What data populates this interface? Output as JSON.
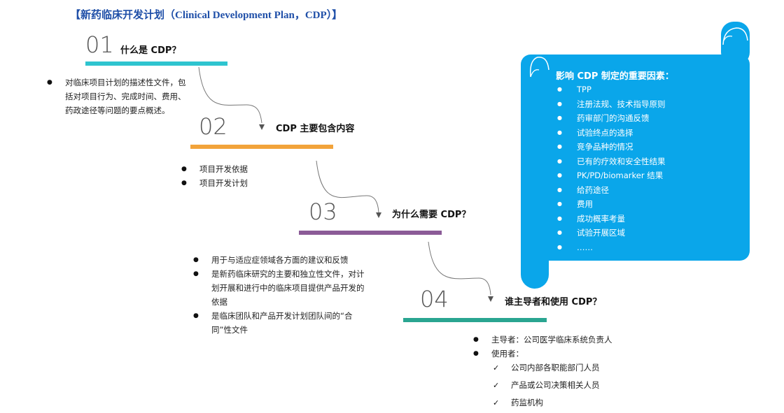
{
  "title": "【新药临床开发计划（Clinical Development Plan，CDP）】",
  "colors": {
    "teal": "#2ec4cf",
    "orange": "#f2a33a",
    "purple": "#8b5b97",
    "green": "#2aa591",
    "panel": "#0aa6ea",
    "title": "#1f4fa8"
  },
  "sections": [
    {
      "num": "01",
      "heading": "什么是 CDP？",
      "items": [
        "对临床项目计划的描述性文件，包括对项目行为、完成时间、费用、药政途径等问题的要点概述。"
      ]
    },
    {
      "num": "02",
      "heading": "CDP 主要包含内容",
      "items": [
        "项目开发依据",
        "项目开发计划"
      ]
    },
    {
      "num": "03",
      "heading": "为什么需要 CDP？",
      "items": [
        "用于与适应症领域各方面的建议和反馈",
        "是新药临床研究的主要和独立性文件，对计划开展和进行中的临床项目提供产品开发的依据",
        "是临床团队和产品开发计划团队间的“合同”性文件"
      ]
    },
    {
      "num": "04",
      "heading": "谁主导者和使用 CDP？",
      "items": [
        "主导者：公司医学临床系统负责人",
        "使用者："
      ],
      "sub_items": [
        "公司内部各职能部门人员",
        "产品或公司决策相关人员",
        "药监机构"
      ]
    }
  ],
  "factors": {
    "title": "影响 CDP 制定的重要因素：",
    "items": [
      "TPP",
      "注册法规、技术指导原则",
      "药审部门的沟通反馈",
      "试验终点的选择",
      "竞争品种的情况",
      "已有的疗效和安全性结果",
      "PK/PD/biomarker  结果",
      "给药途径",
      "费用",
      "成功概率考量",
      "试验开展区域",
      "……"
    ]
  }
}
